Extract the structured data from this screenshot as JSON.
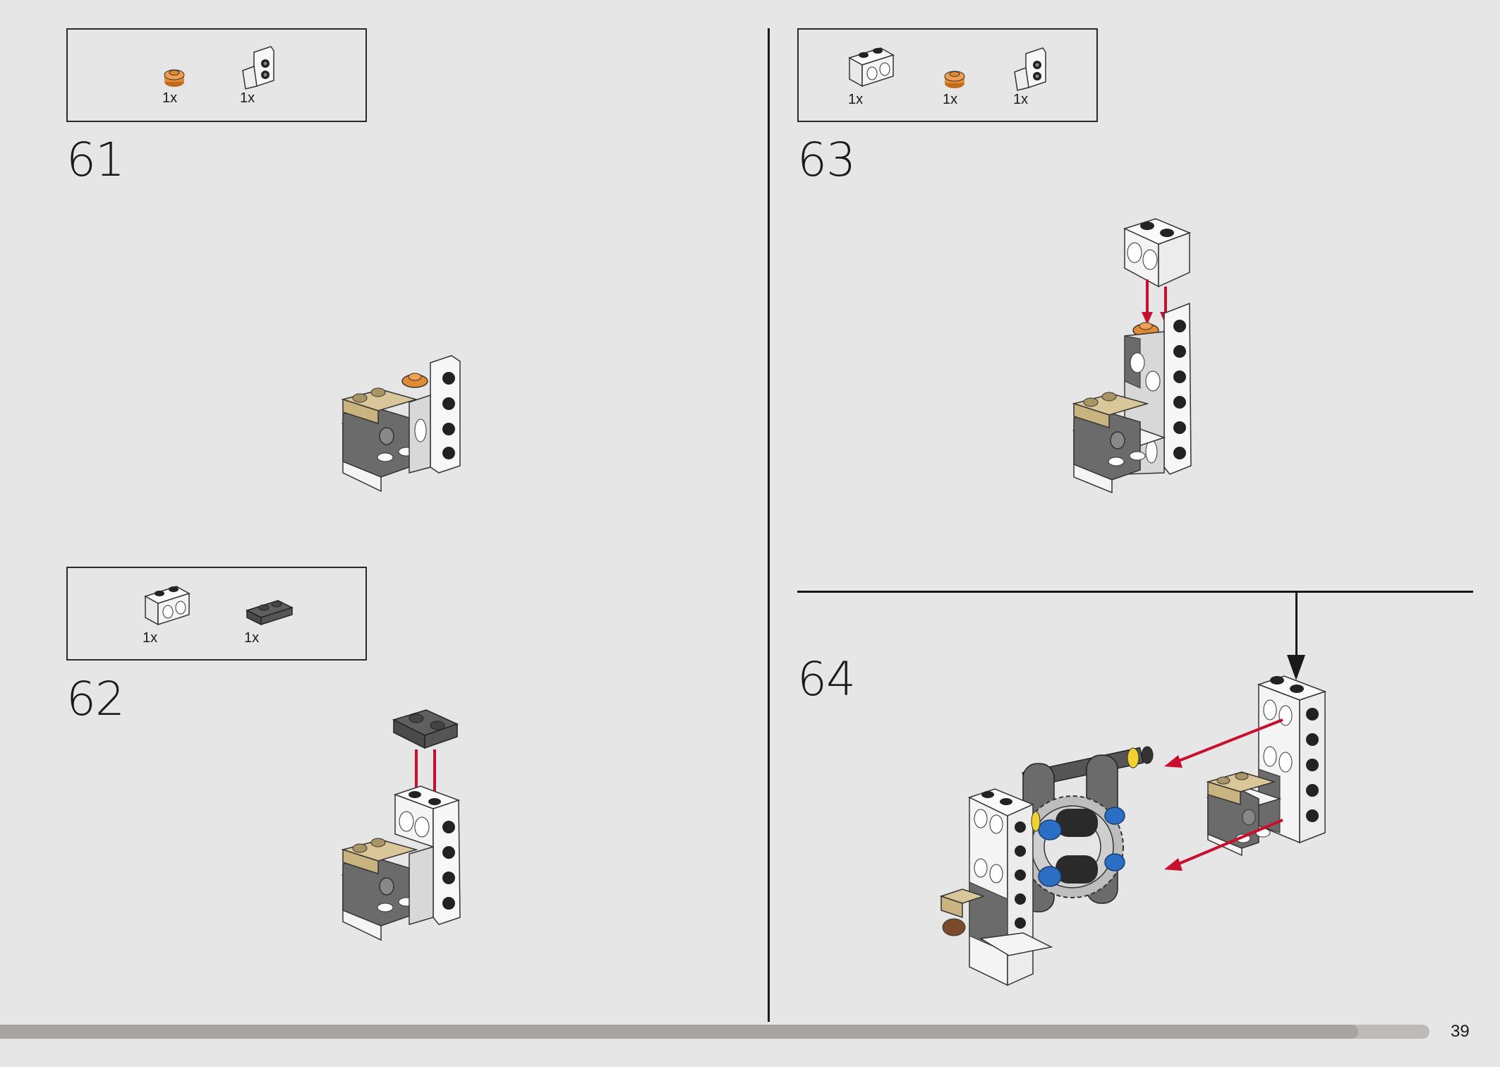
{
  "steps": [
    {
      "number": "61",
      "parts": [
        {
          "qty": "1x",
          "icon": "orange-round-plate-icon"
        },
        {
          "qty": "1x",
          "icon": "white-bracket-icon"
        }
      ]
    },
    {
      "number": "62",
      "parts": [
        {
          "qty": "1x",
          "icon": "white-technic-brick-1x2-icon"
        },
        {
          "qty": "1x",
          "icon": "dark-gray-plate-1x2-icon"
        }
      ]
    },
    {
      "number": "63",
      "parts": [
        {
          "qty": "1x",
          "icon": "white-technic-brick-1x2-icon"
        },
        {
          "qty": "1x",
          "icon": "orange-round-plate-icon"
        },
        {
          "qty": "1x",
          "icon": "white-bracket-icon"
        }
      ]
    },
    {
      "number": "64",
      "parts": []
    }
  ],
  "page": {
    "number": "39"
  },
  "progress": {
    "fraction": 0.95
  },
  "colors": {
    "background": "#e6e6e6",
    "arrow_red": "#c8102e",
    "tan": "#d9c79a",
    "dark_gray": "#6b6b6b",
    "orange": "#e08a33",
    "blue": "#2a6fc4",
    "yellow": "#f2d22b"
  }
}
